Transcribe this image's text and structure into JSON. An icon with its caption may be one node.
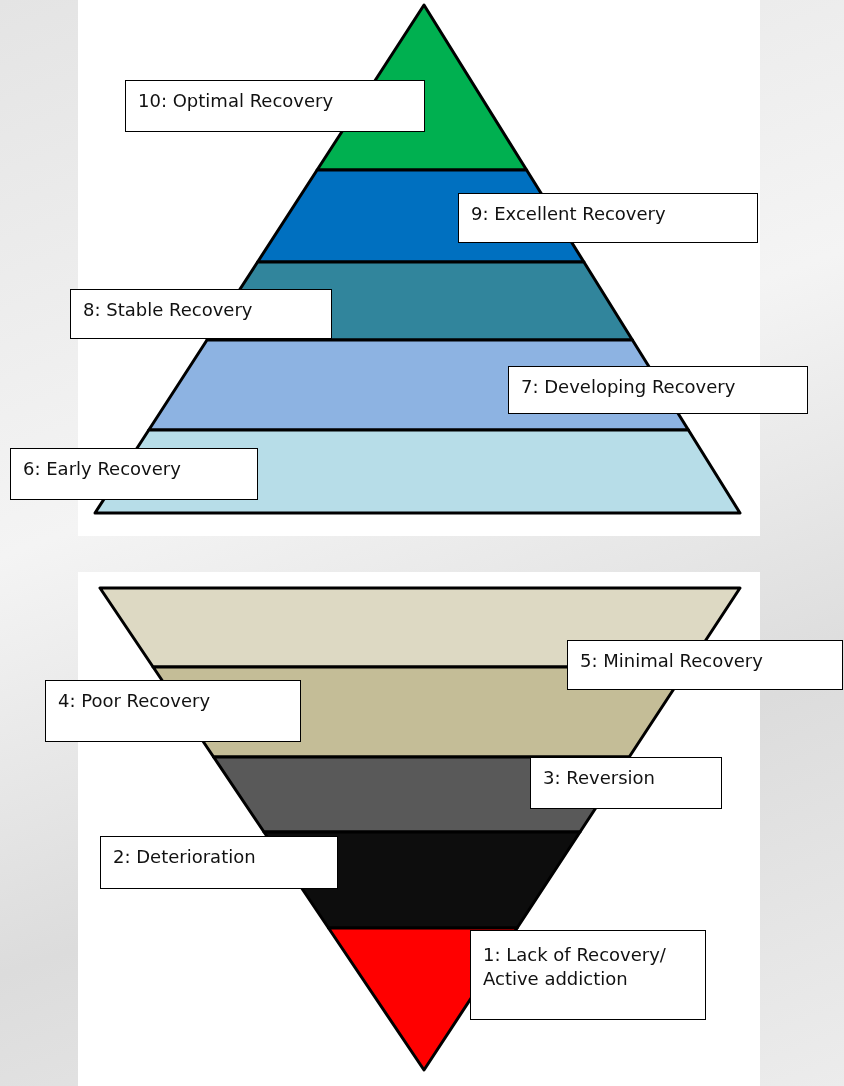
{
  "diagram": {
    "nodes": [
      {
        "text": [
          "10: Optimal Recovery"
        ]
      },
      {
        "text": [
          "9: Excellent Recovery"
        ]
      },
      {
        "text": [
          "8: Stable Recovery"
        ]
      },
      {
        "text": [
          "7: Developing Recovery"
        ]
      },
      {
        "text": [
          "6: Early Recovery"
        ]
      },
      {
        "text": [
          "5: Minimal Recovery"
        ]
      },
      {
        "text": [
          "4: Poor Recovery"
        ]
      },
      {
        "text": [
          "3: Reversion"
        ]
      },
      {
        "text": [
          "2: Deterioration"
        ]
      },
      {
        "text": [
          "1: Lack of Recovery/ Active addiction"
        ]
      }
    ]
  }
}
